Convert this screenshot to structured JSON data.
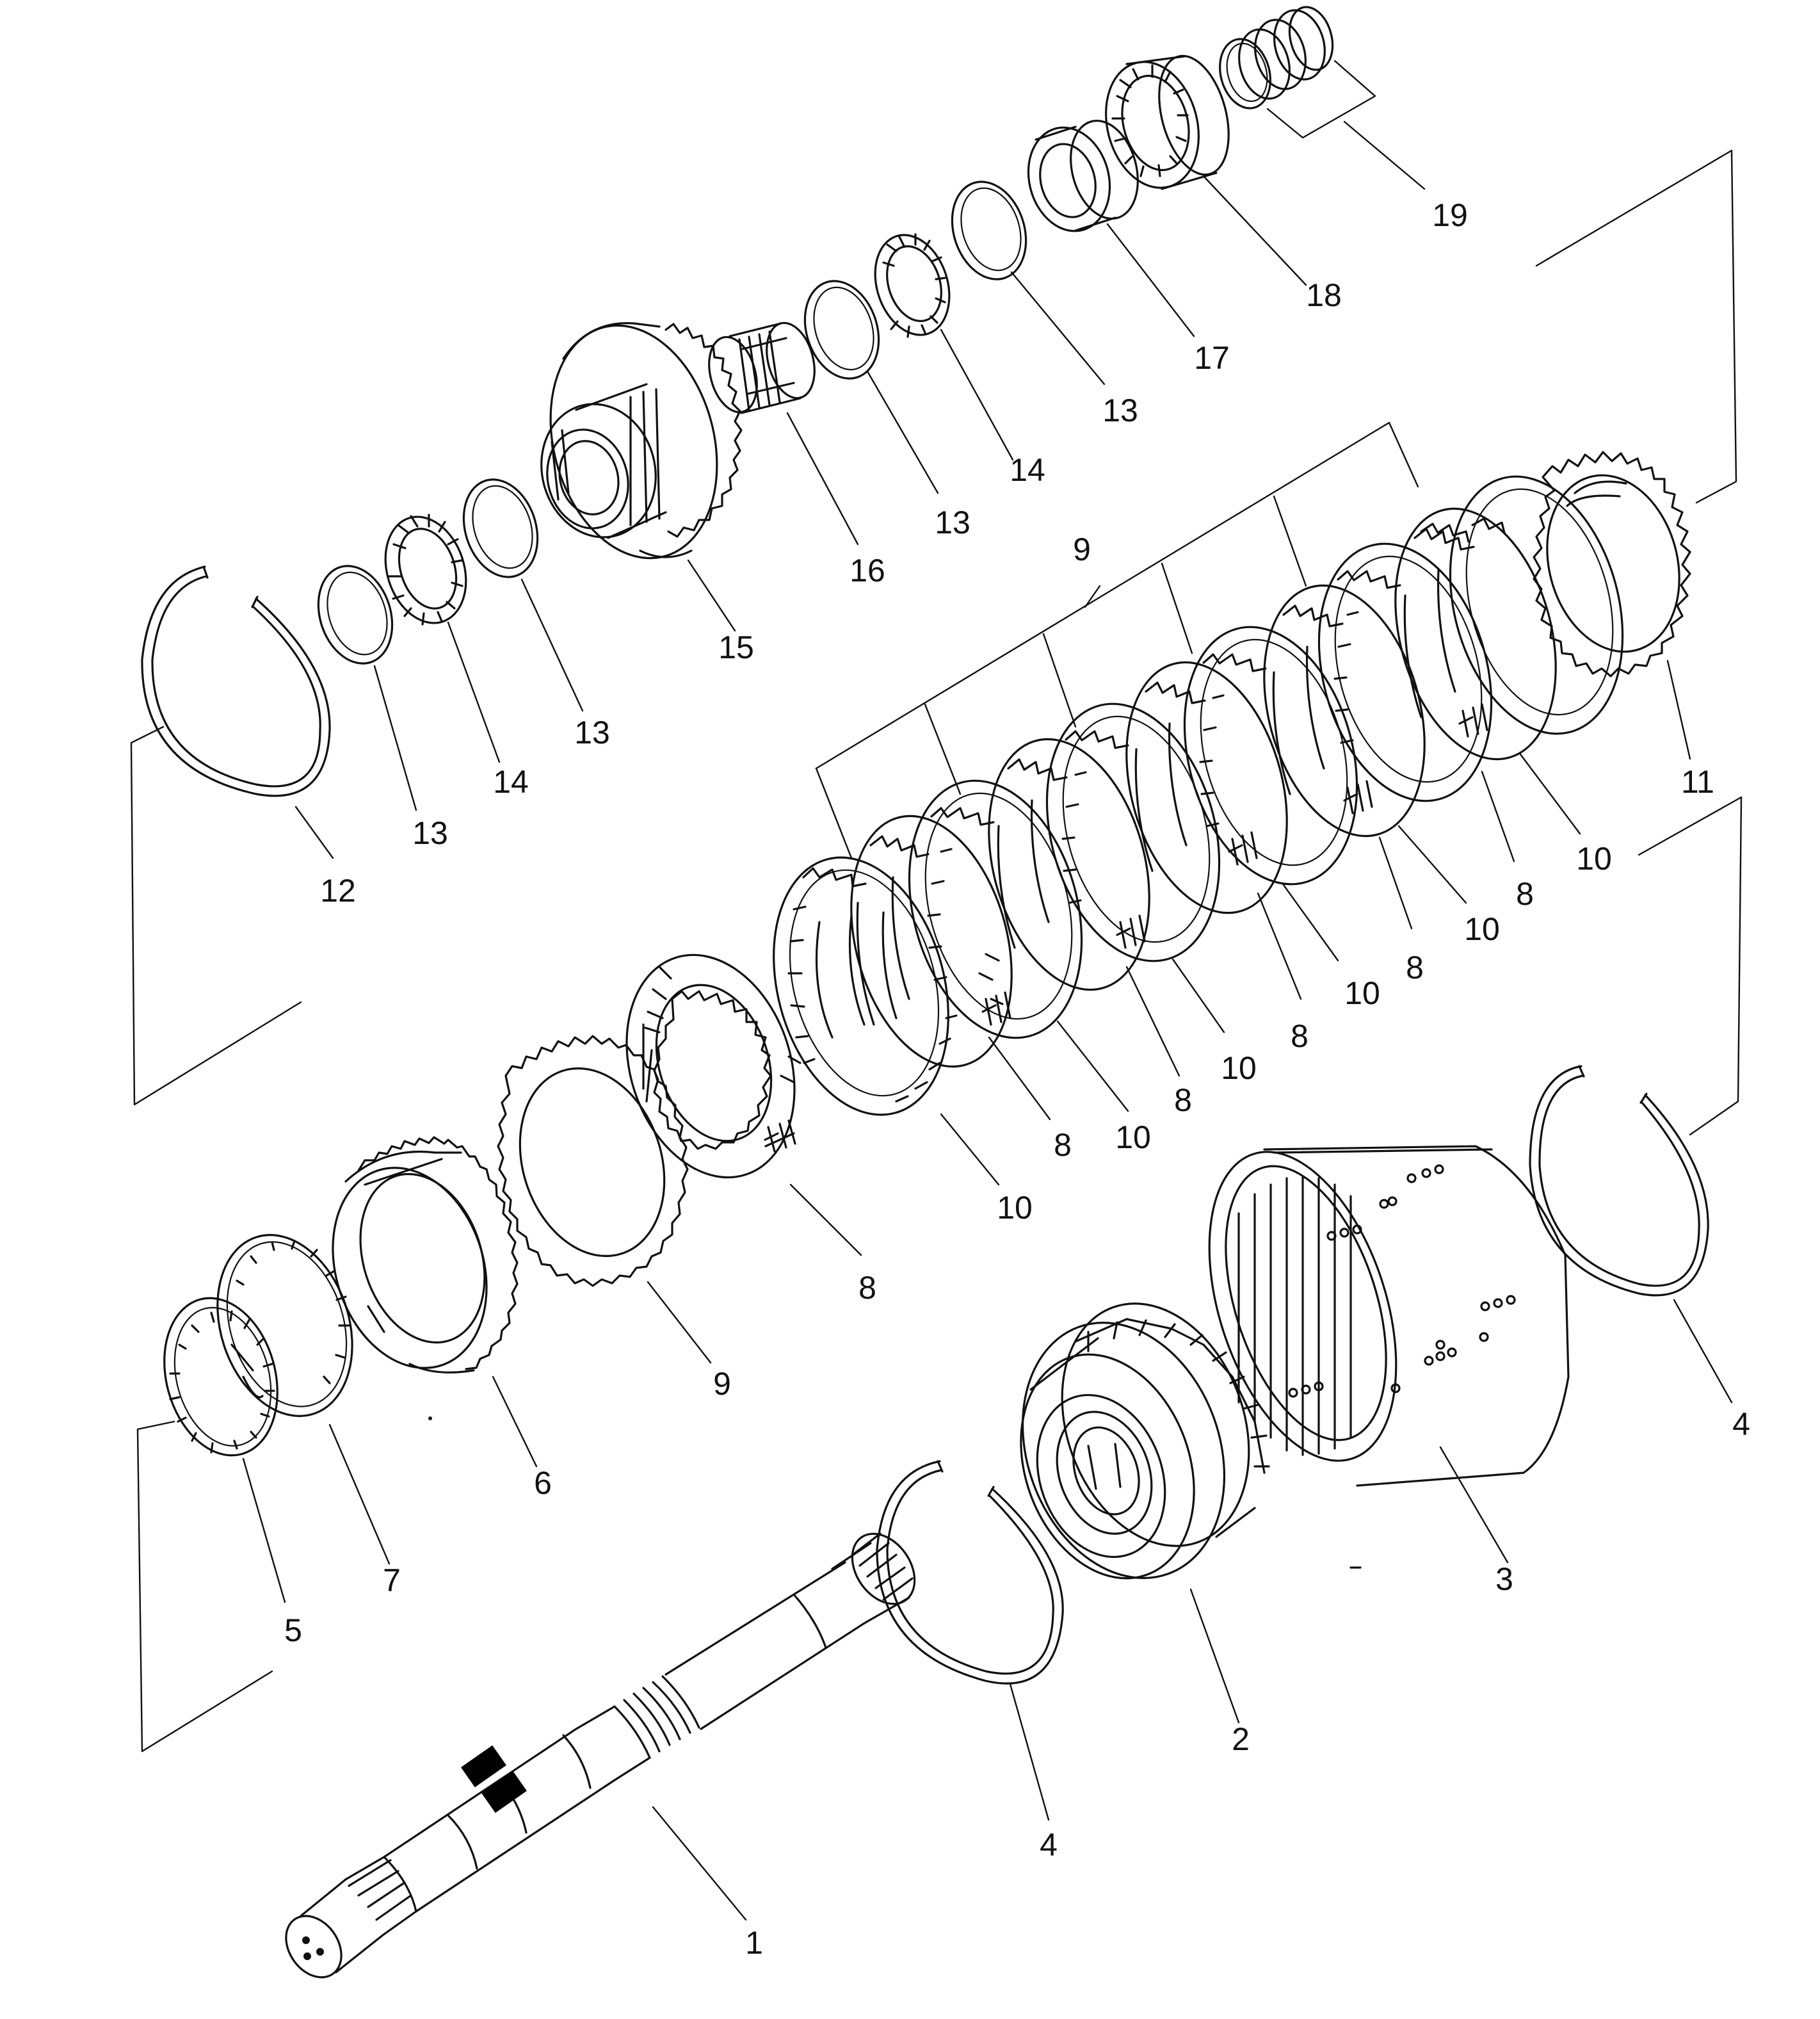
{
  "parts": [
    {
      "id": "shaft",
      "icon": "shaft-icon",
      "label": "1"
    },
    {
      "id": "clutch-hub",
      "icon": "clutch-hub-icon",
      "label": "2"
    },
    {
      "id": "clutch-drum",
      "icon": "clutch-drum-icon",
      "label": "3"
    },
    {
      "id": "snap-ring-4a",
      "icon": "snap-ring-icon",
      "label": "4"
    },
    {
      "id": "snap-ring-4b",
      "icon": "snap-ring-icon",
      "label": "4"
    },
    {
      "id": "seal-ring",
      "icon": "seal-ring-icon",
      "label": "5"
    },
    {
      "id": "piston",
      "icon": "piston-icon",
      "label": "6"
    },
    {
      "id": "seal-ring-7",
      "icon": "seal-ring-icon",
      "label": "7"
    },
    {
      "id": "plate-9a",
      "icon": "clutch-plate-icon",
      "label": "9"
    },
    {
      "id": "friction-disc-8a",
      "icon": "friction-disc-icon",
      "label": "8"
    },
    {
      "id": "disc-10a",
      "icon": "disc-icon",
      "label": "10"
    },
    {
      "id": "friction-8b",
      "icon": "friction-disc-icon",
      "label": "8"
    },
    {
      "id": "disc-10b",
      "icon": "disc-icon",
      "label": "10"
    },
    {
      "id": "friction-8c",
      "icon": "friction-disc-icon",
      "label": "8"
    },
    {
      "id": "disc-10c",
      "icon": "disc-icon",
      "label": "10"
    },
    {
      "id": "friction-8d",
      "icon": "friction-disc-icon",
      "label": "8"
    },
    {
      "id": "disc-10d",
      "icon": "disc-icon",
      "label": "10"
    },
    {
      "id": "friction-8e",
      "icon": "friction-disc-icon",
      "label": "8"
    },
    {
      "id": "disc-10e",
      "icon": "disc-icon",
      "label": "10"
    },
    {
      "id": "friction-8f",
      "icon": "friction-disc-icon",
      "label": "8"
    },
    {
      "id": "disc-10f",
      "icon": "disc-icon",
      "label": "10"
    },
    {
      "id": "plate-stack-9",
      "icon": "plate-stack-bracket-icon",
      "label": "9"
    },
    {
      "id": "end-plate",
      "icon": "end-plate-icon",
      "label": "11"
    },
    {
      "id": "snap-ring-12",
      "icon": "snap-ring-icon",
      "label": "12"
    },
    {
      "id": "thrust-washer-13a",
      "icon": "washer-icon",
      "label": "13"
    },
    {
      "id": "thrust-bearing-14a",
      "icon": "thrust-bearing-icon",
      "label": "14"
    },
    {
      "id": "thrust-washer-13b",
      "icon": "washer-icon",
      "label": "13"
    },
    {
      "id": "gear",
      "icon": "gear-icon",
      "label": "15"
    },
    {
      "id": "needle-bearing",
      "icon": "needle-bearing-icon",
      "label": "16"
    },
    {
      "id": "thrust-washer-13c",
      "icon": "washer-icon",
      "label": "13"
    },
    {
      "id": "thrust-bearing-14b",
      "icon": "thrust-bearing-icon",
      "label": "14"
    },
    {
      "id": "thrust-washer-13d",
      "icon": "washer-icon",
      "label": "13"
    },
    {
      "id": "spacer",
      "icon": "spacer-icon",
      "label": "17"
    },
    {
      "id": "ball-bearing",
      "icon": "ball-bearing-icon",
      "label": "18"
    },
    {
      "id": "seal-ring-set",
      "icon": "seal-ring-set-icon",
      "label": "19"
    }
  ]
}
